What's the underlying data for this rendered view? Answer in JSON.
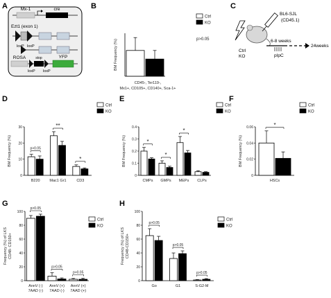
{
  "panels": {
    "A": {
      "letter": "A",
      "row1": {
        "promoter": "Mx-1",
        "gene": "cre"
      },
      "row2": {
        "title": "Ezt1 (exon 1)",
        "site1": "loxP",
        "site2": "loxP"
      },
      "row3": {
        "promoter": "ROSA",
        "stop": "stop",
        "gene": "YFP",
        "site1": "loxP",
        "site2": "loxP"
      }
    },
    "C": {
      "letter": "C",
      "donor": "BL6-SJL",
      "donor_sub": "(CD45.1)",
      "recipient": "Ctrl\nKO",
      "timing": "6-8 weeks",
      "injection": "pIpC",
      "endpoint": "24weeks"
    }
  },
  "legend": {
    "ctrl": "Ctrl",
    "ko": "KO"
  },
  "colors": {
    "ctrl": "#ffffff",
    "ko": "#000000",
    "stroke": "#000000",
    "text": "#222222",
    "panel_bg": "#efefef"
  },
  "chart_data": [
    {
      "id": "B",
      "letter": "B",
      "type": "bar",
      "ylabel": "BM Frequency (%)",
      "ylim": [
        0,
        0.1
      ],
      "yticks": [],
      "categories": [
        "CD45-, Ter119-, Mx1+, CD105+, CD140+, Sca-1+"
      ],
      "category_lines": [
        "CD45-, Ter119-,",
        "Mx1+, CD105+, CD140+, Sca-1+"
      ],
      "series": [
        {
          "name": "Ctrl",
          "values": [
            0.06
          ],
          "errors": [
            0.03
          ]
        },
        {
          "name": "KO",
          "values": [
            0.04
          ],
          "errors": [
            0.02
          ]
        }
      ],
      "annotations": [
        "p>0.05"
      ]
    },
    {
      "id": "D",
      "letter": "D",
      "type": "bar",
      "ylabel": "BM Frequency (%)",
      "ylim": [
        0,
        30
      ],
      "yticks": [
        0,
        10,
        20,
        30
      ],
      "categories": [
        "B220",
        "Mac1 Gr1",
        "CD3"
      ],
      "series": [
        {
          "name": "Ctrl",
          "values": [
            11.5,
            24.5,
            5.5
          ],
          "errors": [
            1.5,
            2.5,
            1
          ]
        },
        {
          "name": "KO",
          "values": [
            10,
            18.5,
            4
          ],
          "errors": [
            2,
            2.5,
            0.6
          ]
        }
      ],
      "annotations": [
        "p>0.05",
        "**",
        "*"
      ]
    },
    {
      "id": "E",
      "letter": "E",
      "type": "bar",
      "ylabel": "BM Frequency (%)",
      "ylim": [
        0,
        0.4
      ],
      "yticks": [
        0,
        0.1,
        0.2,
        0.3,
        0.4
      ],
      "categories": [
        "CMPs",
        "GMPs",
        "MEPs",
        "CLPs"
      ],
      "series": [
        {
          "name": "Ctrl",
          "values": [
            0.2,
            0.1,
            0.27,
            0.03
          ],
          "errors": [
            0.03,
            0.02,
            0.05,
            0.008
          ]
        },
        {
          "name": "KO",
          "values": [
            0.135,
            0.065,
            0.185,
            0.025
          ],
          "errors": [
            0.01,
            0.01,
            0.02,
            0.005
          ]
        }
      ],
      "annotations": [
        "*",
        "*",
        "*"
      ]
    },
    {
      "id": "F",
      "letter": "F",
      "type": "bar",
      "ylabel": "BM Frequency (%)",
      "ylim": [
        0,
        0.06
      ],
      "yticks": [
        0,
        0.02,
        0.04,
        0.06
      ],
      "categories": [
        "HSCs"
      ],
      "series": [
        {
          "name": "Ctrl",
          "values": [
            0.04
          ],
          "errors": [
            0.015
          ]
        },
        {
          "name": "KO",
          "values": [
            0.021
          ],
          "errors": [
            0.008
          ]
        }
      ],
      "annotations": [
        "*"
      ]
    },
    {
      "id": "G",
      "letter": "G",
      "type": "bar",
      "ylabel": "Frequency (%) of LKS\nCD48- CD150+",
      "ylim": [
        0,
        100
      ],
      "yticks": [
        0,
        20,
        40,
        60,
        80,
        100
      ],
      "categories": [
        "AnnV (-) 7AAD (-)",
        "AnnV (+) 7AAD (-)",
        "AnnV (+) 7AAD (+)"
      ],
      "category_lines": [
        [
          "AnnV (-)",
          "7AAD (-)"
        ],
        [
          "AnnV (+)",
          "7AAD (-)"
        ],
        [
          "AnnV (+)",
          "7AAD (+)"
        ]
      ],
      "series": [
        {
          "name": "Ctrl",
          "values": [
            90,
            6.5,
            2
          ],
          "errors": [
            4,
            5,
            1.2
          ]
        },
        {
          "name": "KO",
          "values": [
            93,
            2.5,
            2
          ],
          "errors": [
            3,
            1.5,
            1.5
          ]
        }
      ],
      "annotations": [
        "p>0.05",
        "p>0.05",
        "p>0.05"
      ]
    },
    {
      "id": "H",
      "letter": "H",
      "type": "bar",
      "ylabel": "Frequency (%) of LKS\nCD48-CD150+",
      "ylim": [
        0,
        100
      ],
      "yticks": [
        0,
        20,
        40,
        60,
        80,
        100
      ],
      "categories": [
        "Go",
        "G1",
        "S-G2-M"
      ],
      "series": [
        {
          "name": "Ctrl",
          "values": [
            65,
            32,
            1
          ],
          "errors": [
            10,
            8,
            0.6
          ]
        },
        {
          "name": "KO",
          "values": [
            58,
            39,
            2
          ],
          "errors": [
            6,
            4,
            1
          ]
        }
      ],
      "annotations": [
        "p>0.05",
        "p>0.05",
        "p>0.05"
      ]
    }
  ]
}
